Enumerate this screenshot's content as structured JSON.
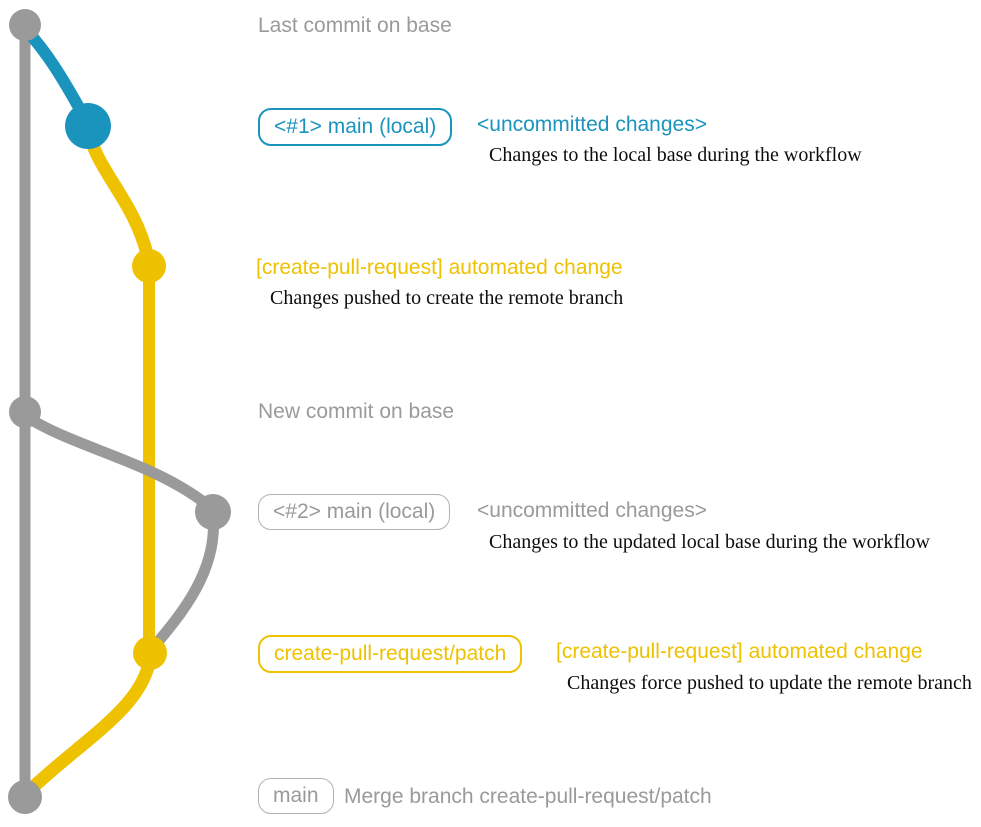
{
  "colors": {
    "gray": "#9a9a9a",
    "gray_border": "#b2b2b2",
    "blue": "#1b94bd",
    "yellow": "#eec101",
    "dark": "#0d0d0d"
  },
  "annotations": {
    "last_commit": "Last commit on base",
    "new_commit": "New commit on base",
    "merge_message": "Merge branch create-pull-request/patch"
  },
  "branch_labels": {
    "main_local_1": "<#1> main (local)",
    "main_local_2": "<#2> main (local)",
    "patch_branch": "create-pull-request/patch",
    "main_final": "main"
  },
  "commit_messages": {
    "uncommitted_1": "<uncommitted changes>",
    "uncommitted_1_desc": "Changes to the local base during the workflow",
    "automated_1": "[create-pull-request] automated change",
    "automated_1_desc": "Changes pushed to create the remote branch",
    "uncommitted_2": "<uncommitted changes>",
    "uncommitted_2_desc": "Changes to the updated local base during the workflow",
    "automated_2": "[create-pull-request] automated change",
    "automated_2_desc": "Changes force pushed to update the remote branch"
  }
}
